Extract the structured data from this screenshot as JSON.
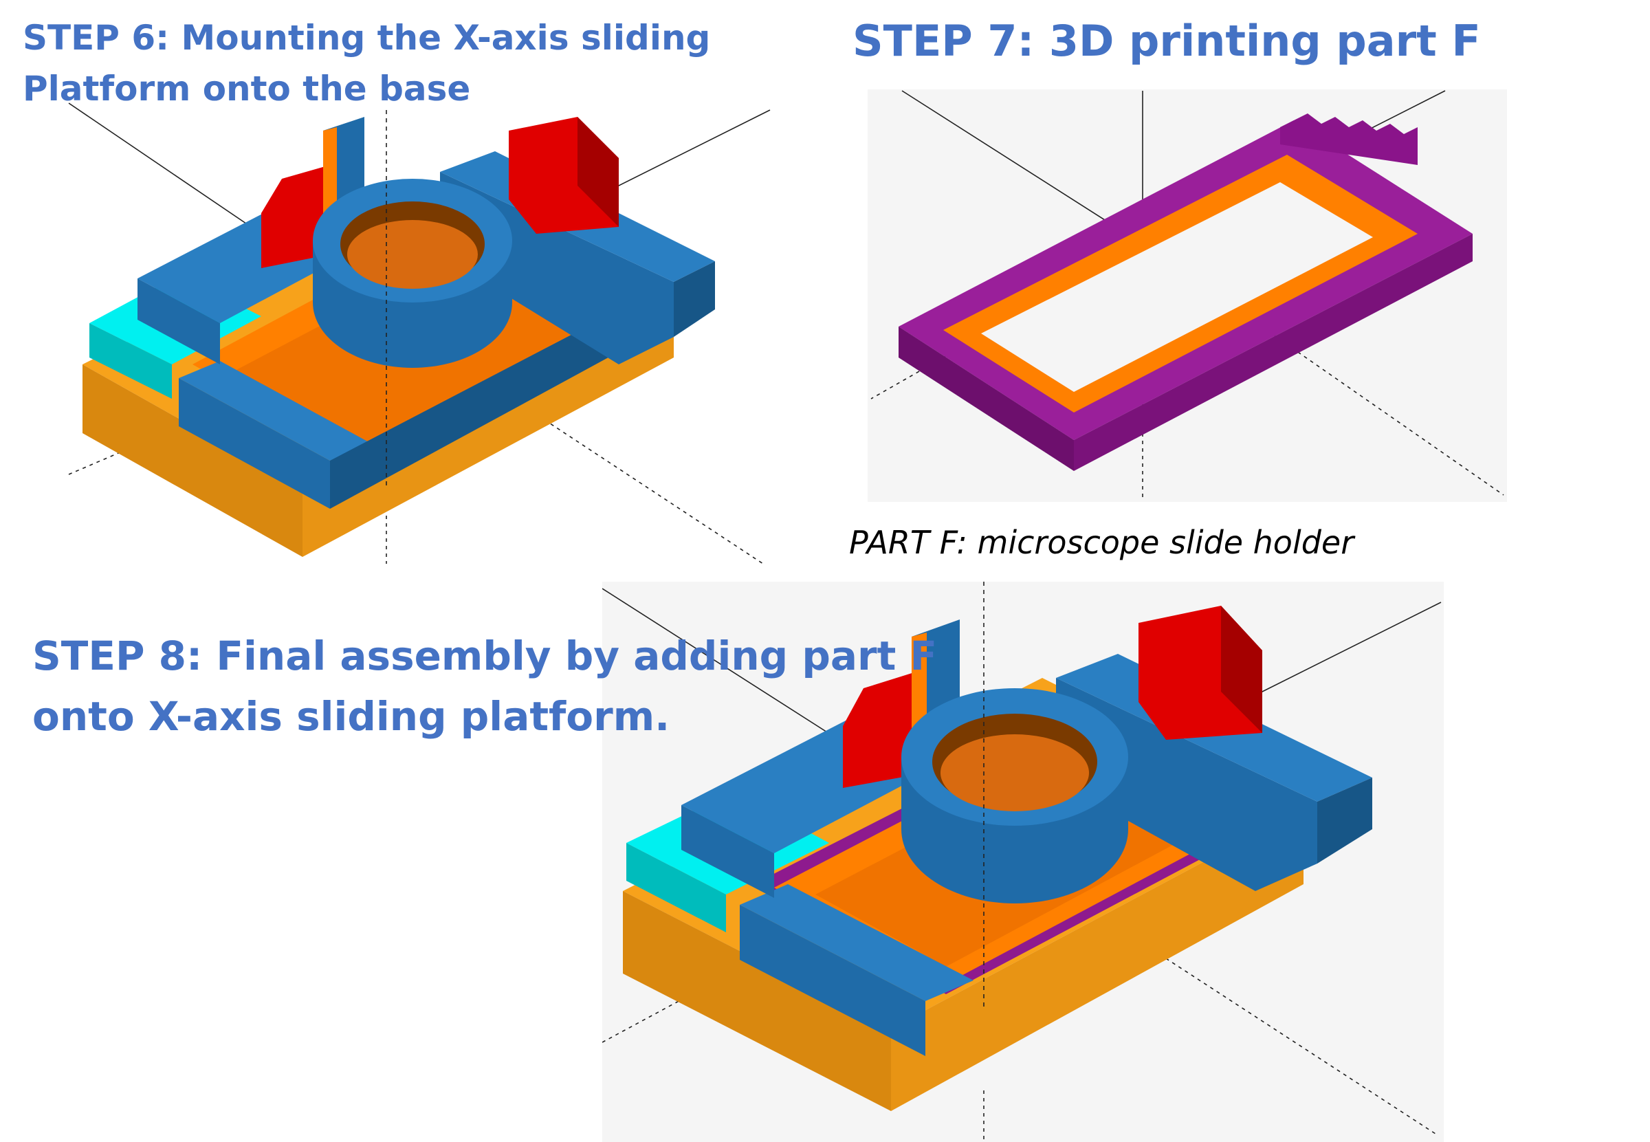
{
  "step6": {
    "title_line1": "STEP 6: Mounting the X-axis sliding",
    "title_line2": "Platform onto the base"
  },
  "step7": {
    "title": "STEP 7: 3D printing part F",
    "caption": "PART F: microscope slide holder"
  },
  "step8": {
    "title_line1": "STEP 8: Final assembly by adding part F",
    "title_line2": "onto X-axis sliding platform."
  },
  "colors": {
    "heading": "#4472c4",
    "base_orange": "#f7a21b",
    "platform_orange": "#ff8000",
    "blue": "#1f6ba8",
    "red": "#e00000",
    "cyan": "#00e5e5",
    "purple": "#8e1a8e"
  }
}
